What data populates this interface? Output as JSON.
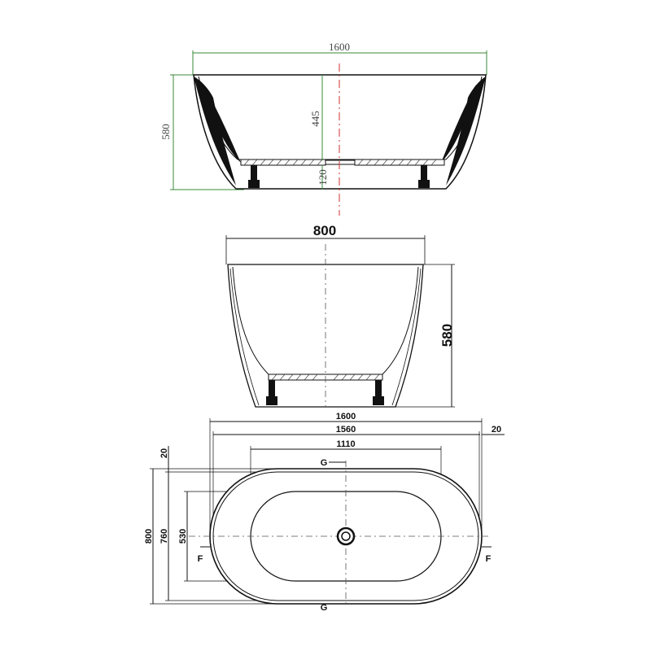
{
  "side_view": {
    "overall_length": "1600",
    "overall_height": "580",
    "interior_depth": "445",
    "leg_height": "120"
  },
  "end_view": {
    "overall_width": "800",
    "overall_height": "580"
  },
  "top_view": {
    "overall_length": "1600",
    "rim_length": "1560",
    "inner_length": "1110",
    "rim_thickness_end": "20",
    "rim_thickness_side": "20",
    "overall_width": "800",
    "rim_width": "760",
    "inner_width": "530",
    "label_g": "G",
    "label_f_left": "F",
    "label_f_right": "F",
    "label_g_bottom": "G"
  },
  "colors": {
    "dimension_green": "#3a8a3a",
    "center_red": "#d23030",
    "line_black": "#111111"
  }
}
